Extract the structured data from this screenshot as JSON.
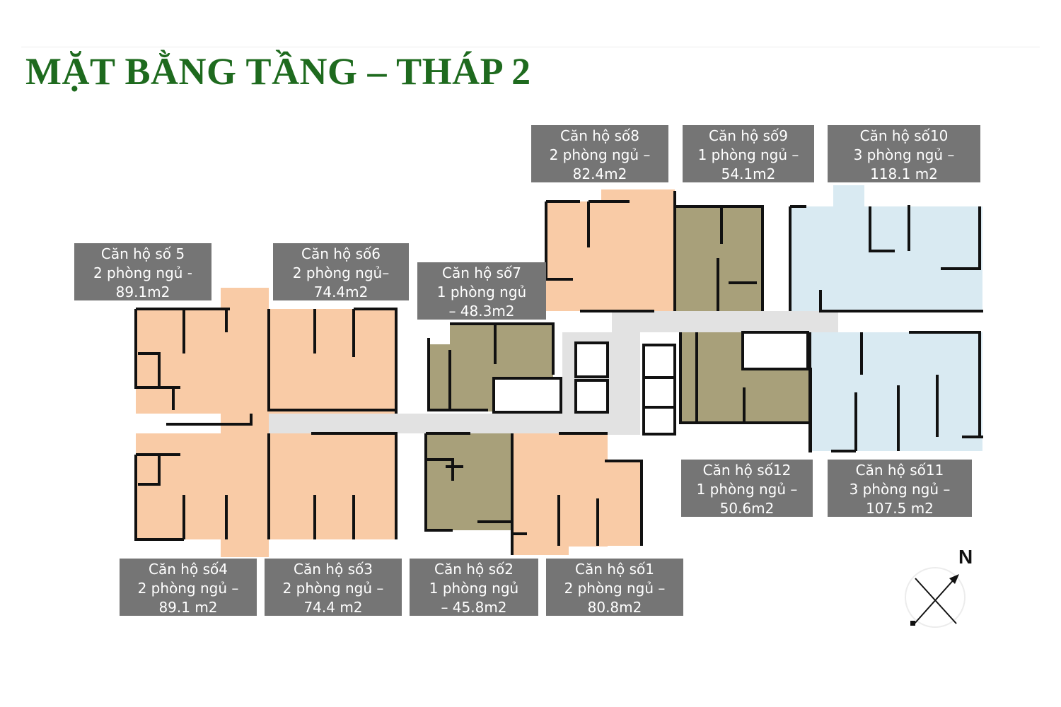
{
  "title": "MẶT BẰNG TẦNG – THÁP 2",
  "colors": {
    "title_green": "#1e6a1e",
    "two_three_bed_peach": "#f9cba6",
    "one_bed_olive": "#a8a07a",
    "three_bed_blue": "#d9eaf2",
    "corridor_gray": "#e2e2e2",
    "label_gray": "#757575",
    "wall_black": "#111111"
  },
  "compass": {
    "label": "N",
    "icon": "north-arrow-icon"
  },
  "apartments": [
    {
      "id": "1",
      "name": "Căn hộ số1",
      "beds": "2 phòng ngủ –",
      "area": "80.8m2"
    },
    {
      "id": "2",
      "name": "Căn hộ số2",
      "beds": "1 phòng ngủ",
      "area": "– 45.8m2"
    },
    {
      "id": "3",
      "name": "Căn hộ số3",
      "beds": "2 phòng ngủ –",
      "area": "74.4 m2"
    },
    {
      "id": "4",
      "name": "Căn hộ số4",
      "beds": "2 phòng ngủ –",
      "area": "89.1 m2"
    },
    {
      "id": "5",
      "name": "Căn hộ số 5",
      "beds": "2 phòng ngủ  -",
      "area": "89.1m2"
    },
    {
      "id": "6",
      "name": "Căn hộ số6",
      "beds": "2 phòng ngủ–",
      "area": "74.4m2"
    },
    {
      "id": "7",
      "name": "Căn hộ số7",
      "beds": "1 phòng ngủ",
      "area": "– 48.3m2"
    },
    {
      "id": "8",
      "name": "Căn hộ số8",
      "beds": "2 phòng ngủ –",
      "area": "82.4m2"
    },
    {
      "id": "9",
      "name": "Căn hộ số9",
      "beds": "1 phòng ngủ –",
      "area": "54.1m2"
    },
    {
      "id": "10",
      "name": "Căn hộ số10",
      "beds": "3 phòng ngủ –",
      "area": "118.1 m2"
    },
    {
      "id": "11",
      "name": "Căn hộ số11",
      "beds": "3 phòng ngủ –",
      "area": "107.5 m2"
    },
    {
      "id": "12",
      "name": "Căn hộ số12",
      "beds": "1 phòng ngủ –",
      "area": "50.6m2"
    }
  ]
}
